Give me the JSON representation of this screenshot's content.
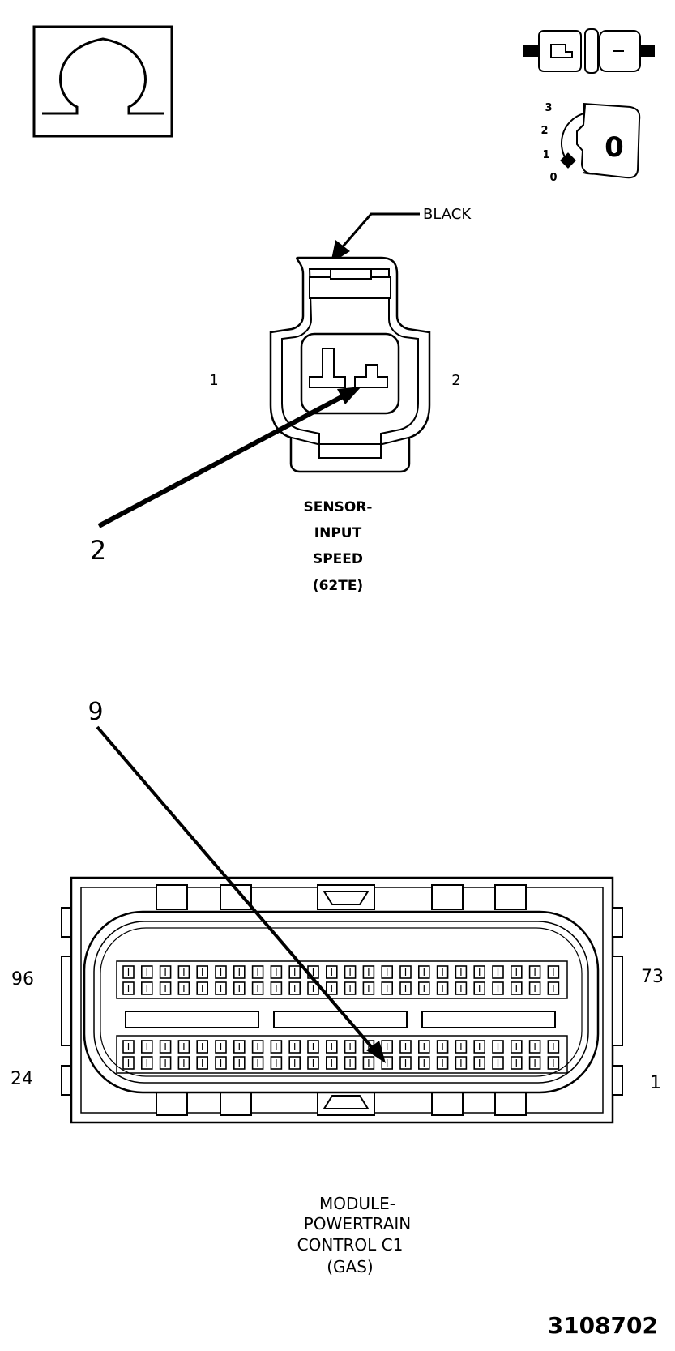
{
  "symbols": {
    "ohm_glyph": "Ω",
    "ignition_positions": [
      "3",
      "2",
      "1",
      "0"
    ],
    "key_label": "0"
  },
  "sensor_connector": {
    "color_label": "BLACK",
    "pin_left": "1",
    "pin_right": "2",
    "callout": "2",
    "title_lines": [
      "SENSOR-",
      "INPUT",
      "SPEED",
      "(62TE)"
    ]
  },
  "pcm_connector": {
    "callout": "9",
    "pin_top_left": "96",
    "pin_top_right": "73",
    "pin_bottom_left": "24",
    "pin_bottom_right": "1",
    "title_lines": [
      "MODULE-",
      "POWERTRAIN",
      "CONTROL C1",
      "(GAS)"
    ]
  },
  "figure_id": "3108702",
  "colors": {
    "ink": "#000000",
    "paper": "#ffffff"
  }
}
